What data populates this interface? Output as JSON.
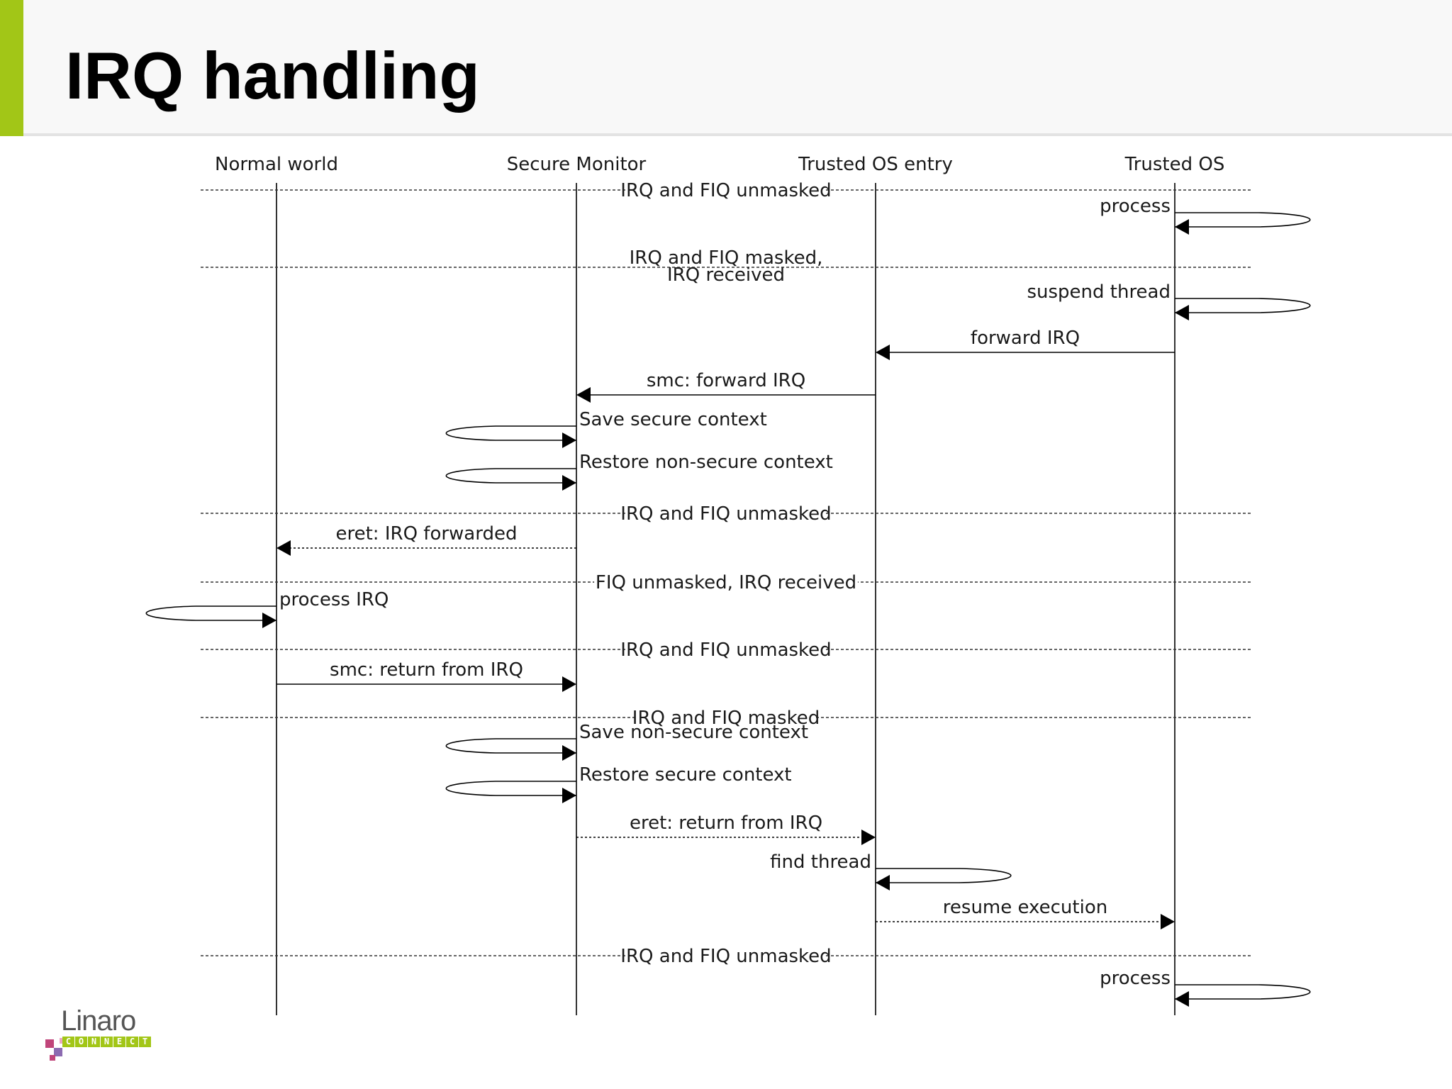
{
  "slide": {
    "title": "IRQ handling"
  },
  "participants": [
    "Normal world",
    "Secure Monitor",
    "Trusted OS entry",
    "Trusted OS"
  ],
  "separators": [
    {
      "label": "IRQ and FIQ unmasked"
    },
    {
      "label": "IRQ and FIQ masked,",
      "label2": "IRQ received"
    },
    {
      "label": "IRQ and FIQ unmasked"
    },
    {
      "label": "FIQ unmasked,  IRQ received"
    },
    {
      "label": "IRQ and FIQ unmasked"
    },
    {
      "label": "IRQ and FIQ masked"
    },
    {
      "label": "IRQ and FIQ unmasked"
    }
  ],
  "messages": [
    {
      "label": "process",
      "from": 3,
      "to": 3,
      "style": "solid"
    },
    {
      "label": "suspend thread",
      "from": 3,
      "to": 3,
      "style": "solid"
    },
    {
      "label": "forward IRQ",
      "from": 3,
      "to": 2,
      "style": "solid"
    },
    {
      "label": "smc: forward IRQ",
      "from": 2,
      "to": 1,
      "style": "solid"
    },
    {
      "label": "Save secure context",
      "from": 1,
      "to": 1,
      "style": "solid"
    },
    {
      "label": "Restore non-secure context",
      "from": 1,
      "to": 1,
      "style": "solid"
    },
    {
      "label": "eret: IRQ forwarded",
      "from": 1,
      "to": 0,
      "style": "dotted"
    },
    {
      "label": "process IRQ",
      "from": 0,
      "to": 0,
      "style": "solid"
    },
    {
      "label": "smc: return from IRQ",
      "from": 0,
      "to": 1,
      "style": "solid"
    },
    {
      "label": "Save non-secure context",
      "from": 1,
      "to": 1,
      "style": "solid"
    },
    {
      "label": "Restore secure context",
      "from": 1,
      "to": 1,
      "style": "solid"
    },
    {
      "label": "eret: return from IRQ",
      "from": 1,
      "to": 2,
      "style": "dotted"
    },
    {
      "label": "find thread",
      "from": 2,
      "to": 2,
      "style": "solid"
    },
    {
      "label": "resume execution",
      "from": 2,
      "to": 3,
      "style": "dotted"
    },
    {
      "label": "process",
      "from": 3,
      "to": 3,
      "style": "solid"
    }
  ],
  "logo": {
    "word": "Linaro",
    "sub": [
      "C",
      "O",
      "N",
      "N",
      "E",
      "C",
      "T"
    ]
  },
  "colors": {
    "accent": "#a2c617",
    "logo_pink": "#c0457a",
    "logo_purple": "#8c6bb1"
  }
}
